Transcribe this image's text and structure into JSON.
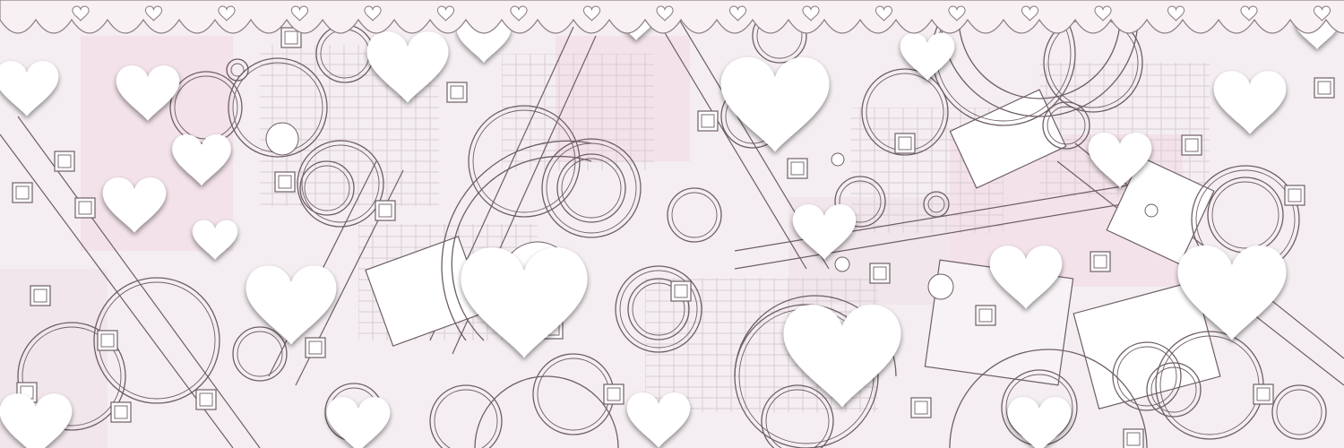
{
  "banner": {
    "theme": "pastel hearts, circles and squares pattern with scalloped lace top border",
    "colors": {
      "background": "#f4eef2",
      "pink_patch": "#f3e2ea",
      "line": "#6e5e66",
      "heart_fill": "#ffffff",
      "heart_shadow": "#c9b8c1",
      "lace": "#f7f1f4",
      "lace_edge": "#8f7f88"
    },
    "icons": [
      "heart-icon",
      "circle-ring",
      "square-box",
      "lace-heart-icon"
    ]
  }
}
